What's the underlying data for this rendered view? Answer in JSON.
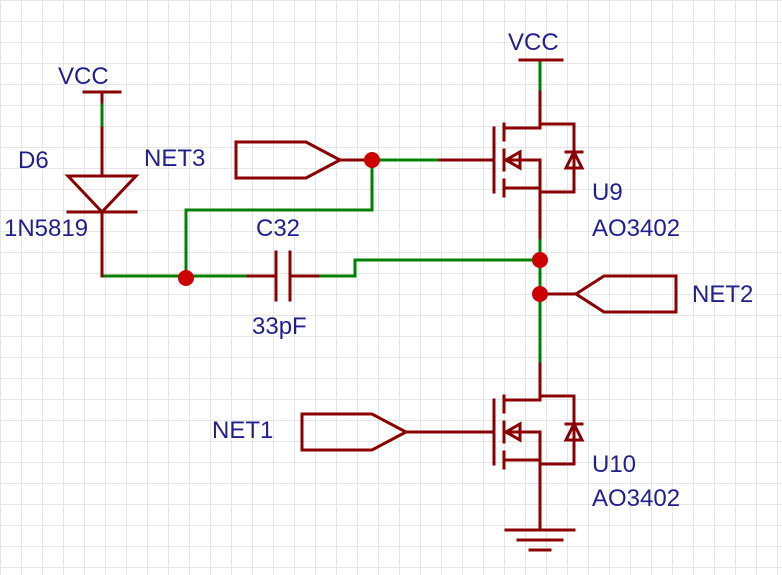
{
  "colors": {
    "wire": "#008000",
    "symbol": "#8b0000",
    "junction": "#cc0000",
    "label": "#1f1f8f",
    "grid": "#e6e6e6"
  },
  "labels": {
    "vcc_left": "VCC",
    "vcc_top": "VCC",
    "diode_ref": "D6",
    "diode_value": "1N5819",
    "cap_ref": "C32",
    "cap_value": "33pF",
    "u9_ref": "U9",
    "u9_value": "AO3402",
    "u10_ref": "U10",
    "u10_value": "AO3402",
    "net1": "NET1",
    "net2": "NET2",
    "net3": "NET3"
  }
}
